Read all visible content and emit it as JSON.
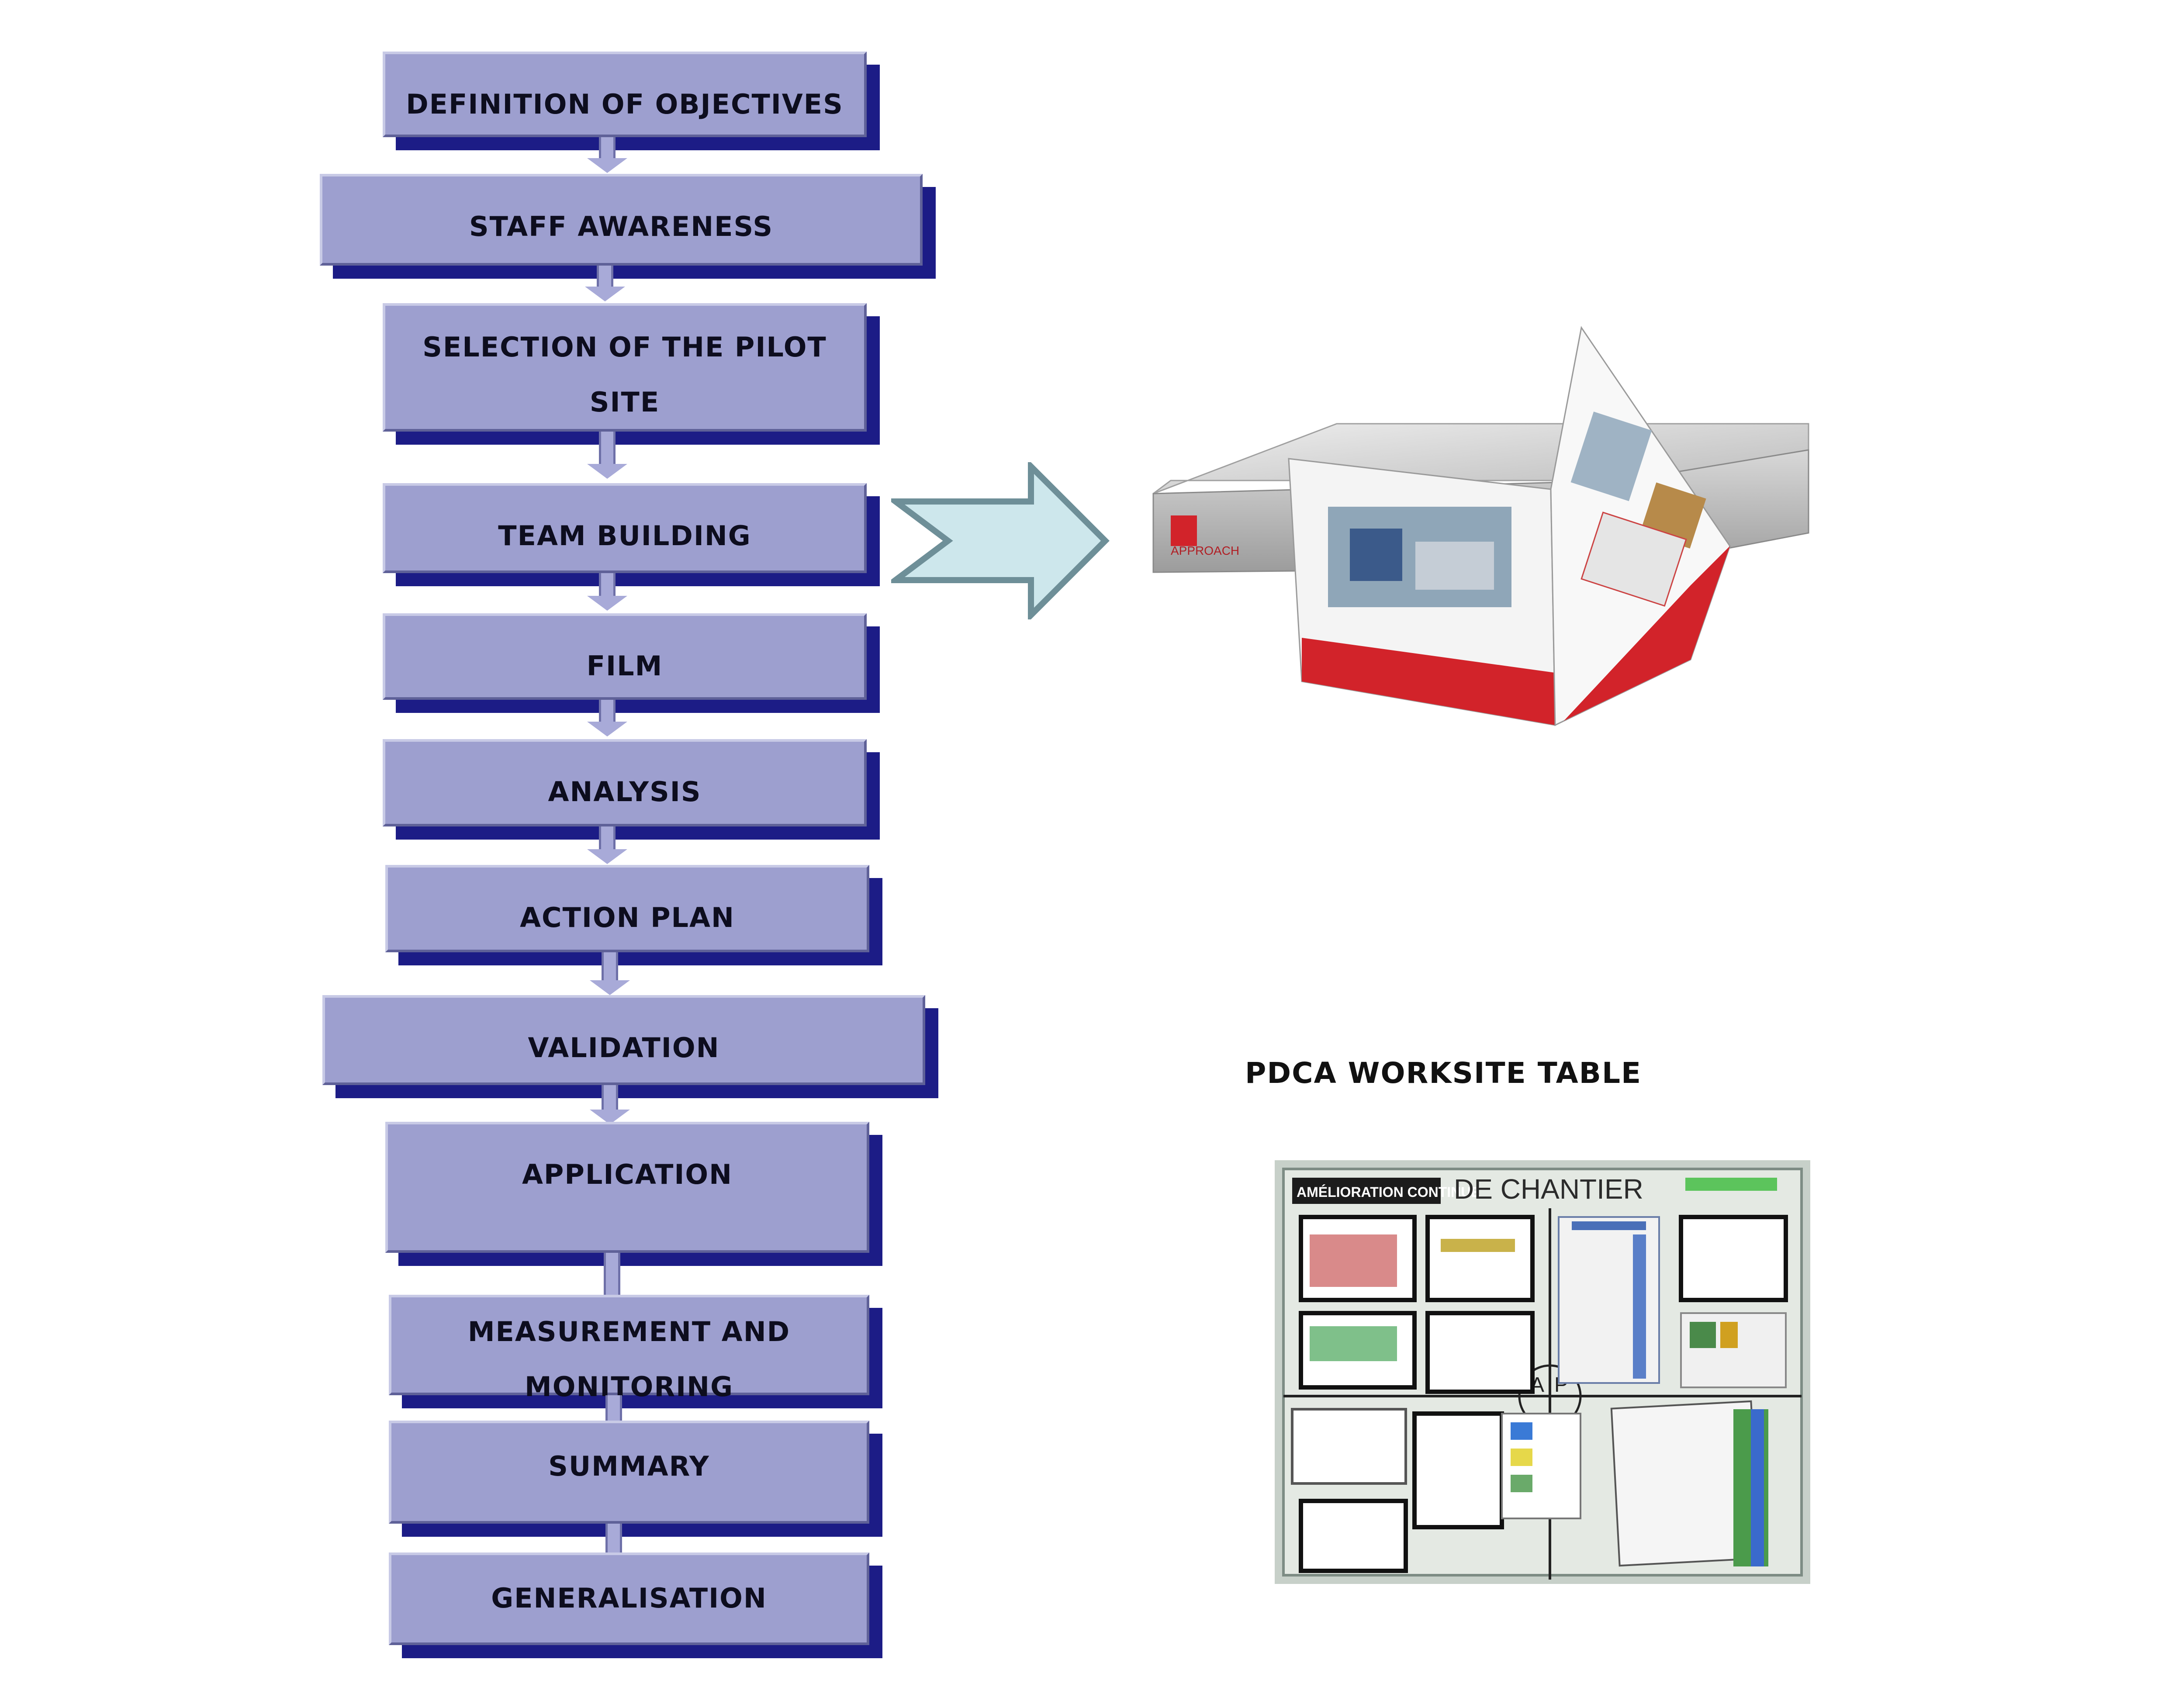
{
  "steps": [
    {
      "label": "DEFINITION OF OBJECTIVES"
    },
    {
      "label": "STAFF AWARENESS"
    },
    {
      "label1": "SELECTION OF THE PILOT",
      "label2": "SITE"
    },
    {
      "label": "TEAM BUILDING"
    },
    {
      "label": "FILM"
    },
    {
      "label": "ANALYSIS"
    },
    {
      "label": "ACTION PLAN"
    },
    {
      "label": "VALIDATION"
    },
    {
      "label": "APPLICATION"
    },
    {
      "label1": "MEASUREMENT AND",
      "label2": "MONITORING"
    },
    {
      "label": "SUMMARY"
    },
    {
      "label": "GENERALISATION"
    }
  ],
  "pdca": {
    "title": "PDCA WORKSITE TABLE",
    "board_header_left": "AMÉLIORATION CONTINUE",
    "board_header_right": "DE CHANTIER",
    "quadrant_a": "A",
    "quadrant_p": "P"
  },
  "kit": {
    "brand_text": "APPROACH"
  },
  "colors": {
    "box_fill": "#9d9fcf",
    "box_shadow": "#1c1c86",
    "arrow_fill": "#cde7ec",
    "arrow_stroke": "#6e8f98"
  }
}
